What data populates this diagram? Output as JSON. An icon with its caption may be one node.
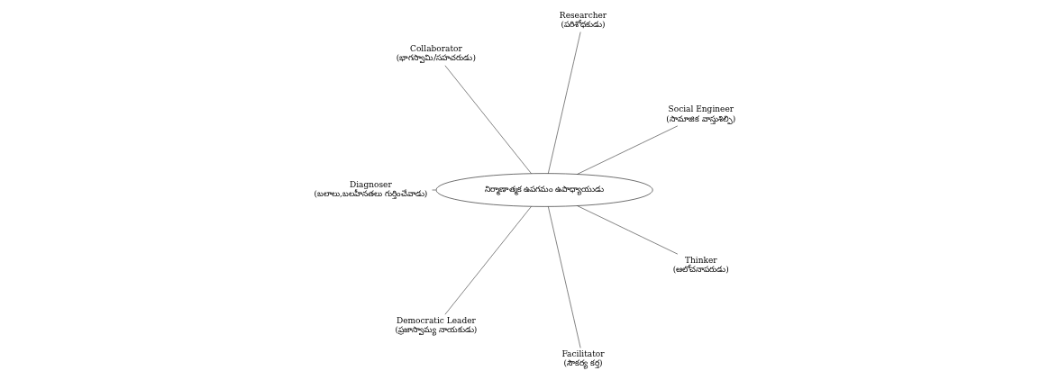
{
  "diagram": {
    "nodes": [
      {
        "text": [
          "నిర్మాణాత్మక ఉపగమం ఉపాధ్యాయుడు"
        ]
      },
      {
        "text": [
          "Social Engineer",
          "(సామాజిక వాస్తుశిల్పి)"
        ]
      },
      {
        "text": [
          "Researcher",
          "(పరిశోధకుడు)"
        ]
      },
      {
        "text": [
          "Collaborator",
          "(భాగస్వామి/సహచరుడు)"
        ]
      },
      {
        "text": [
          "Diagnoser",
          "(బలాలు,బలహీనతలు గుర్తించేవాడు)"
        ]
      },
      {
        "text": [
          "Democratic Leader",
          "(ప్రజాస్వామ్య నాయకుడు)"
        ]
      },
      {
        "text": [
          "Facilitator",
          "(సౌకర్య కర్త)"
        ]
      },
      {
        "text": [
          "Thinker",
          "(ఆలోచనాపరుడు)"
        ]
      }
    ],
    "edges": [
      {
        "from": 0,
        "to": 1,
        "arrow": "none"
      },
      {
        "from": 0,
        "to": 2,
        "arrow": "none"
      },
      {
        "from": 0,
        "to": 3,
        "arrow": "none"
      },
      {
        "from": 0,
        "to": 4,
        "arrow": "none"
      },
      {
        "from": 0,
        "to": 5,
        "arrow": "none"
      },
      {
        "from": 0,
        "to": 6,
        "arrow": "none"
      },
      {
        "from": 0,
        "to": 7,
        "arrow": "none"
      }
    ]
  }
}
